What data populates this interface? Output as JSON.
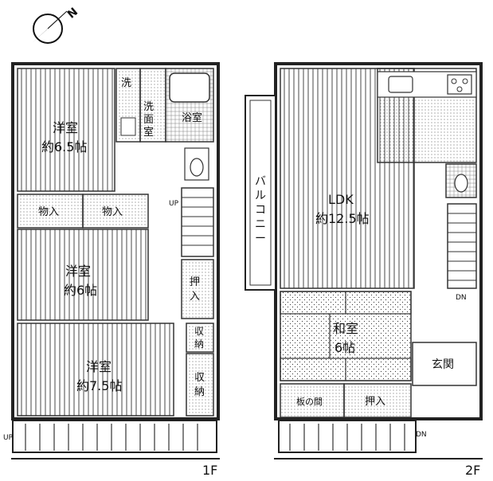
{
  "compass": {
    "north": "N"
  },
  "floor1": {
    "floor_label": "1F",
    "rooms": {
      "wash_basin": "洗",
      "washroom_1": "洗",
      "washroom_2": "面",
      "washroom_3": "室",
      "bath": "浴室",
      "western_room_a_name": "洋室",
      "western_room_a_size": "約6.5帖",
      "storage_a": "物入",
      "storage_b": "物入",
      "western_room_b_name": "洋室",
      "western_room_b_size": "約6帖",
      "closet_1": "押",
      "closet_2": "入",
      "storage_c_1": "収",
      "storage_c_2": "納",
      "western_room_c_name": "洋室",
      "western_room_c_size": "約7.5帖",
      "storage_d_1": "収",
      "storage_d_2": "納"
    },
    "stairs_label": "UP",
    "balcony_label": "UP"
  },
  "floor2": {
    "floor_label": "2F",
    "rooms": {
      "balcony_1": "バ",
      "balcony_2": "ル",
      "balcony_3": "コ",
      "balcony_4": "ニ",
      "balcony_5": "ー",
      "ldk_name": "LDK",
      "ldk_size": "約12.5帖",
      "japanese_name": "和室",
      "japanese_size": "6帖",
      "entrance": "玄関",
      "board_floor": "板の間",
      "closet": "押入"
    },
    "stairs_label": "DN",
    "entry_label": "DN"
  }
}
